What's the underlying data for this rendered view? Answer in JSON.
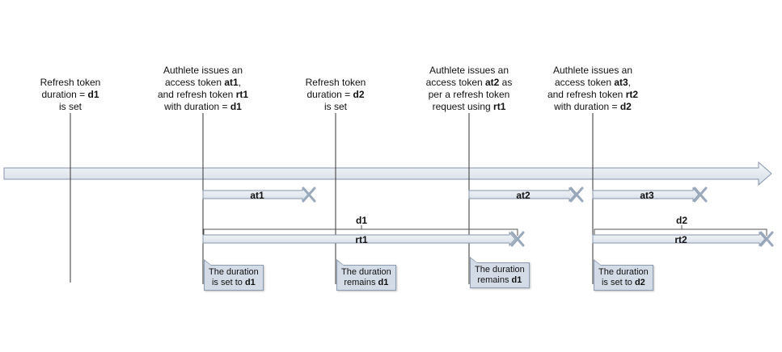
{
  "events": [
    {
      "lines": [
        [
          "Refresh token",
          ""
        ],
        [
          "duration = ",
          "d1"
        ],
        [
          "is set",
          ""
        ]
      ]
    },
    {
      "lines": [
        [
          "Authlete issues an",
          ""
        ],
        [
          "access token ",
          "at1",
          ","
        ],
        [
          "and refresh token ",
          "rt1"
        ],
        [
          "with duration = ",
          "d1"
        ]
      ]
    },
    {
      "lines": [
        [
          "Refresh token",
          ""
        ],
        [
          "duration = ",
          "d2"
        ],
        [
          "is set",
          ""
        ]
      ]
    },
    {
      "lines": [
        [
          "Authlete issues an",
          ""
        ],
        [
          "access token ",
          "at2",
          " as"
        ],
        [
          "per a refresh token",
          ""
        ],
        [
          "request using ",
          "rt1"
        ]
      ]
    },
    {
      "lines": [
        [
          "Authlete issues an",
          ""
        ],
        [
          "access token ",
          "at3",
          ","
        ],
        [
          "and refresh token ",
          "rt2"
        ],
        [
          "with duration = ",
          "d2"
        ]
      ]
    }
  ],
  "tokens": {
    "at1": "at1",
    "at2": "at2",
    "at3": "at3",
    "rt1": "rt1",
    "rt2": "rt2"
  },
  "durations": {
    "d1": "d1",
    "d2": "d2"
  },
  "callouts": [
    {
      "line1": "The duration",
      "line2_pre": "is set to ",
      "line2_bold": "d1"
    },
    {
      "line1": "The duration",
      "line2_pre": "remains ",
      "line2_bold": "d1"
    },
    {
      "line1": "The duration",
      "line2_pre": "remains ",
      "line2_bold": "d1"
    },
    {
      "line1": "The duration",
      "line2_pre": "is set to ",
      "line2_bold": "d2"
    }
  ],
  "colors": {
    "bar_fill": "#e4eaf1",
    "bar_stroke": "#8796ab",
    "callout_fill": "#d3dce6",
    "line": "#333333"
  }
}
